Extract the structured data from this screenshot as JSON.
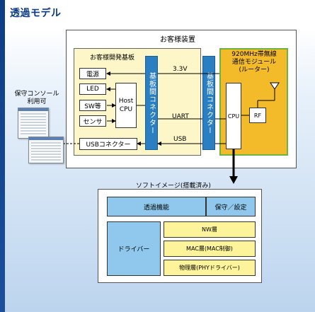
{
  "header": {
    "title": "透過モデル"
  },
  "diagram": {
    "device_title": "お客様装置",
    "customer_board": {
      "title": "お客様開発基板",
      "peripherals": [
        "電源",
        "LED",
        "SW等",
        "センサ"
      ],
      "host_cpu": "Host\nCPU",
      "usb_connector": "USBコネクター"
    },
    "inter_board_connector": "基板間コネクター",
    "module": {
      "title": "920MHz帯無線\n通信モジュール\n(ルーター)",
      "cpu": "CPU",
      "rf": "RF"
    },
    "signals": {
      "power": "3.3V",
      "uart": "UART",
      "usb": "USB"
    },
    "maintenance_console": "保守コンソール\n利用可",
    "software": {
      "title": "ソフトイメージ(搭載済み)",
      "row1": [
        "透過機能",
        "保守／設定"
      ],
      "driver": "ドライバー",
      "layers": [
        "NW層",
        "MAC層(MAC制御)",
        "物理層(PHYドライバー)"
      ]
    },
    "colors": {
      "accent_blue": "#2a7fc2",
      "board_fill": "#fdf6c8",
      "module_fill": "#f3bb2a",
      "module_border": "#6db33f",
      "sw_blue": "#8fc8ec",
      "sw_yellow": "#fdf39a"
    }
  }
}
